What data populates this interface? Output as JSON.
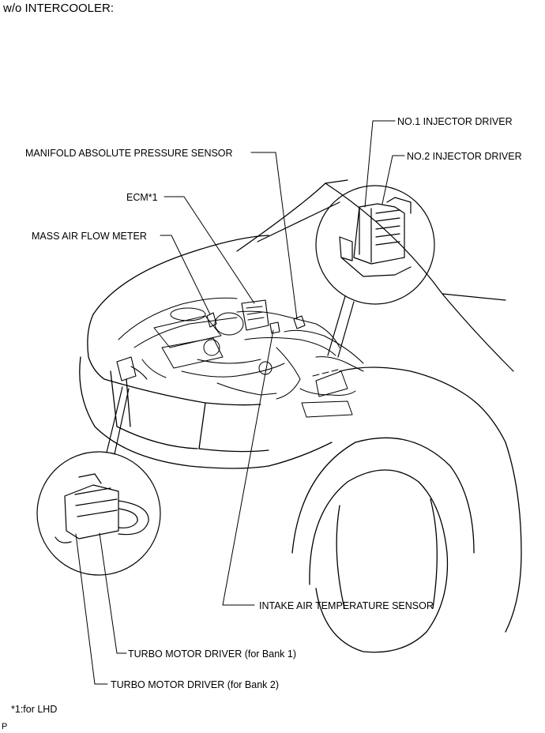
{
  "header": {
    "title": "w/o INTERCOOLER:"
  },
  "labels": {
    "no1_injector_driver": "NO.1 INJECTOR DRIVER",
    "no2_injector_driver": "NO.2 INJECTOR DRIVER",
    "map_sensor": "MANIFOLD ABSOLUTE PRESSURE SENSOR",
    "ecm": "ECM*1",
    "maf_meter": "MASS AIR FLOW METER",
    "iat_sensor": "INTAKE AIR TEMPERATURE SENSOR",
    "turbo_bank1": "TURBO MOTOR DRIVER (for Bank 1)",
    "turbo_bank2": "TURBO MOTOR DRIVER (for Bank 2)"
  },
  "footnote": "*1:for LHD",
  "corner_mark": "P"
}
